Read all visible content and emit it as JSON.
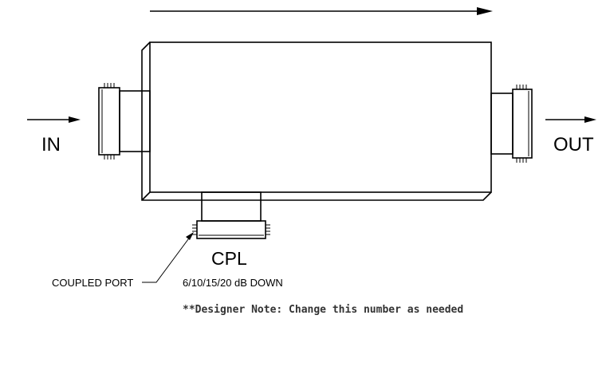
{
  "labels": {
    "in": "IN",
    "out": "OUT",
    "cpl": "CPL",
    "coupled_port": "COUPLED PORT",
    "coupling_values": "6/10/15/20 dB DOWN",
    "designer_note": "**Designer Note: Change this number as needed"
  }
}
